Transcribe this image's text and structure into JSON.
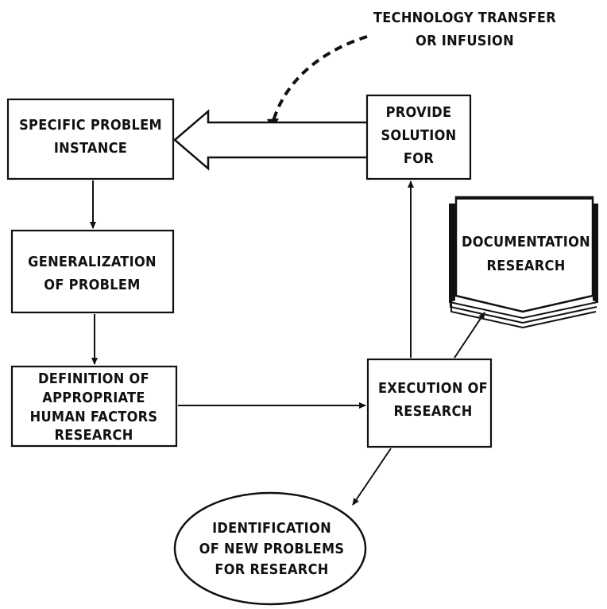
{
  "diagram": {
    "nodes": {
      "specific_problem": {
        "line1": "SPECIFIC PROBLEM",
        "line2": "INSTANCE"
      },
      "generalization": {
        "line1": "GENERALIZATION",
        "line2": "OF PROBLEM"
      },
      "definition": {
        "line1": "DEFINITION OF",
        "line2": "APPROPRIATE",
        "line3": "HUMAN FACTORS",
        "line4": "RESEARCH"
      },
      "provide_solution": {
        "line1": "PROVIDE",
        "line2": "SOLUTION",
        "line3": "FOR"
      },
      "documentation": {
        "line1": "DOCUMENTATION",
        "line2": "RESEARCH"
      },
      "execution": {
        "line1": "EXECUTION OF",
        "line2": "RESEARCH"
      },
      "identification": {
        "line1": "IDENTIFICATION",
        "line2": "OF NEW PROBLEMS",
        "line3": "FOR RESEARCH"
      }
    },
    "annotation": {
      "line1": "TECHNOLOGY TRANSFER",
      "line2": "OR INFUSION"
    }
  }
}
